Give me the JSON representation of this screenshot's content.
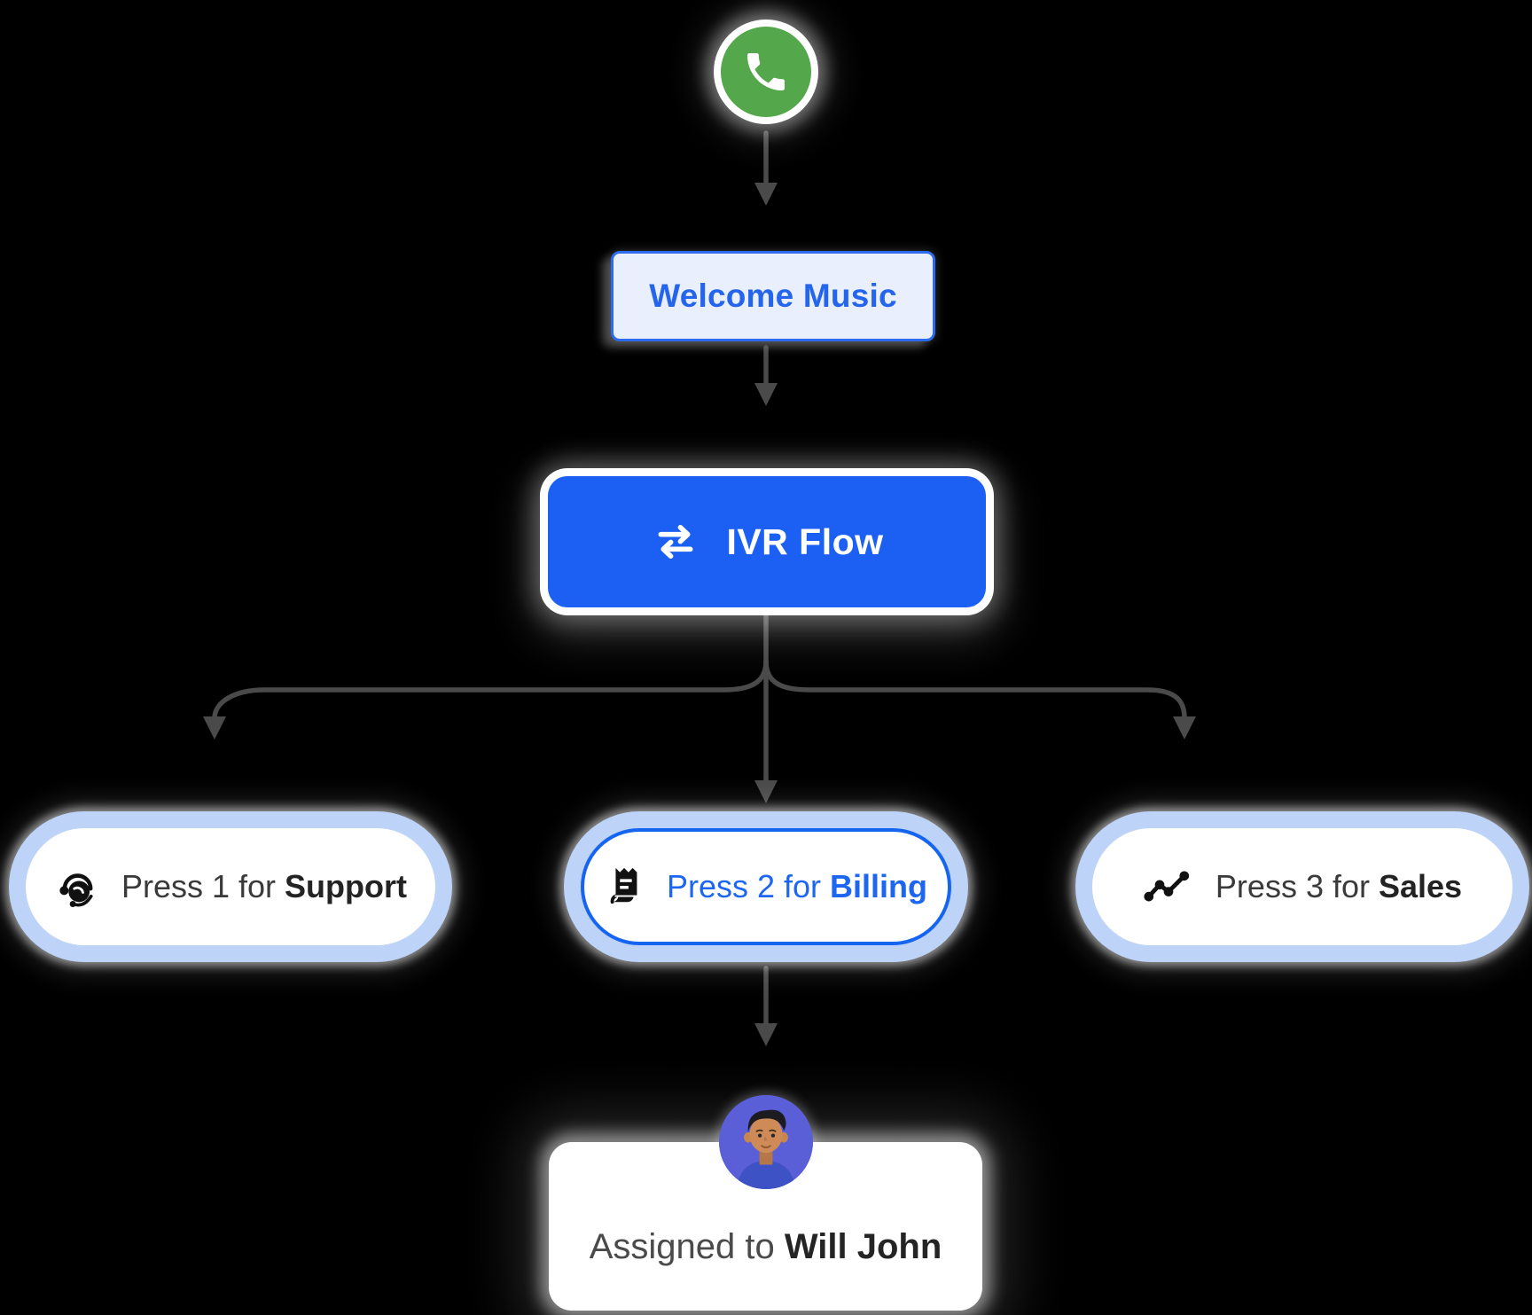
{
  "flow": {
    "call_node": {
      "icon": "phone-icon",
      "circle_color": "#55A74C"
    },
    "welcome_node": {
      "label": "Welcome Music",
      "bg": "#E9EFFD",
      "border_color": "#2D6BEE",
      "text_color": "#2565ED"
    },
    "ivr_node": {
      "label": "IVR Flow",
      "icon": "transfer-icon",
      "bg": "#1B5FF3",
      "text_color": "#FFFFFF"
    },
    "branch_nodes": [
      {
        "prefix": "Press 1 for ",
        "keyword": "Support",
        "icon": "headset-icon",
        "ring_color": "#BED3F8",
        "text_color": "#3A3A3A",
        "highlighted": false
      },
      {
        "prefix": "Press 2 for ",
        "keyword": "Billing",
        "icon": "receipt-icon",
        "ring_color": "#BED3F8",
        "text_color": "#1C66F2",
        "border_color": "#1565F0",
        "highlighted": true
      },
      {
        "prefix": "Press 3 for ",
        "keyword": "Sales",
        "icon": "trend-icon",
        "ring_color": "#BED3F8",
        "text_color": "#3A3A3A",
        "highlighted": false
      }
    ],
    "assignment_node": {
      "prefix": "Assigned to ",
      "keyword": "Will John",
      "avatar": "will-john-avatar"
    },
    "connector_color": "#4A4A4A"
  }
}
